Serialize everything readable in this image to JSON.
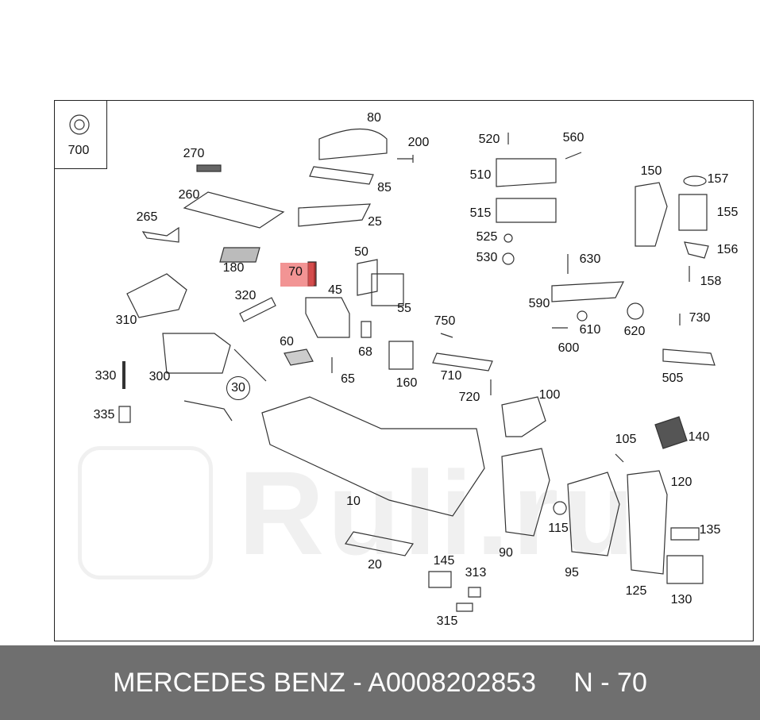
{
  "diagram": {
    "highlight_color": "#eb5a5a",
    "highlighted_part": "70",
    "inset_label": "700",
    "callout_label": "30",
    "labels": [
      "80",
      "200",
      "270",
      "85",
      "260",
      "25",
      "265",
      "180",
      "50",
      "70",
      "45",
      "55",
      "320",
      "310",
      "60",
      "68",
      "65",
      "160",
      "750",
      "710",
      "720",
      "330",
      "300",
      "335",
      "10",
      "20",
      "145",
      "313",
      "315",
      "100",
      "90",
      "115",
      "105",
      "95",
      "140",
      "120",
      "125",
      "135",
      "130",
      "520",
      "560",
      "510",
      "515",
      "525",
      "530",
      "630",
      "150",
      "157",
      "155",
      "156",
      "158",
      "590",
      "610",
      "620",
      "600",
      "730",
      "505"
    ]
  },
  "watermark": "Ruli.ru",
  "footer": {
    "text": "MERCEDES BENZ - A0008202853     N - 70",
    "background": "#6f6f6f"
  }
}
